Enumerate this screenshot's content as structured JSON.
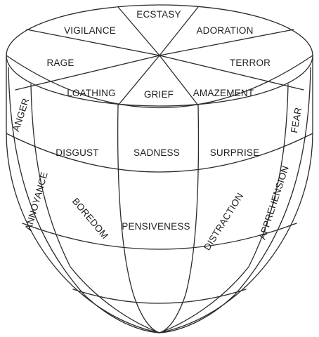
{
  "top_ring": [
    "ECSTASY",
    "ADORATION",
    "TERROR",
    "AMAZEMENT",
    "GRIEF",
    "LOATHING",
    "RAGE",
    "VIGILANCE"
  ],
  "middle_ring": [
    "ANGER",
    "DISGUST",
    "SADNESS",
    "SURPRISE",
    "FEAR"
  ],
  "bottom_ring": [
    "ANNOYANCE",
    "BOREDOM",
    "PENSIVENESS",
    "DISTRACTION",
    "APPREHENSION"
  ],
  "stroke_color": "#2b2b2b",
  "text_color": "#1e1e1e"
}
